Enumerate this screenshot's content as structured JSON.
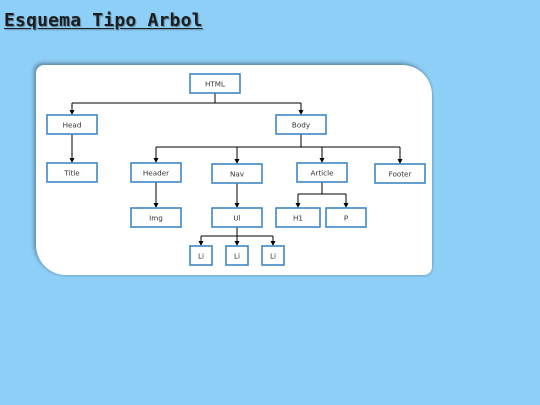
{
  "title": "Esquema Tipo Arbol",
  "nodes": {
    "html": "HTML",
    "head": "Head",
    "body": "Body",
    "title": "Title",
    "header": "Header",
    "nav": "Nav",
    "article": "Article",
    "footer": "Footer",
    "img": "Img",
    "ul": "Ul",
    "h1": "H1",
    "p": "P",
    "li_1": "Li",
    "li_2": "Li",
    "li_3": "Li"
  },
  "edges": [
    [
      "html",
      "head"
    ],
    [
      "html",
      "body"
    ],
    [
      "head",
      "title"
    ],
    [
      "body",
      "header"
    ],
    [
      "body",
      "nav"
    ],
    [
      "body",
      "article"
    ],
    [
      "body",
      "footer"
    ],
    [
      "header",
      "img"
    ],
    [
      "nav",
      "ul"
    ],
    [
      "article",
      "h1"
    ],
    [
      "article",
      "p"
    ],
    [
      "ul",
      "li_1"
    ],
    [
      "ul",
      "li_2"
    ],
    [
      "ul",
      "li_3"
    ]
  ],
  "colors": {
    "background": "#8ecff8",
    "node_border": "#3f86c4",
    "connector": "#000000"
  }
}
